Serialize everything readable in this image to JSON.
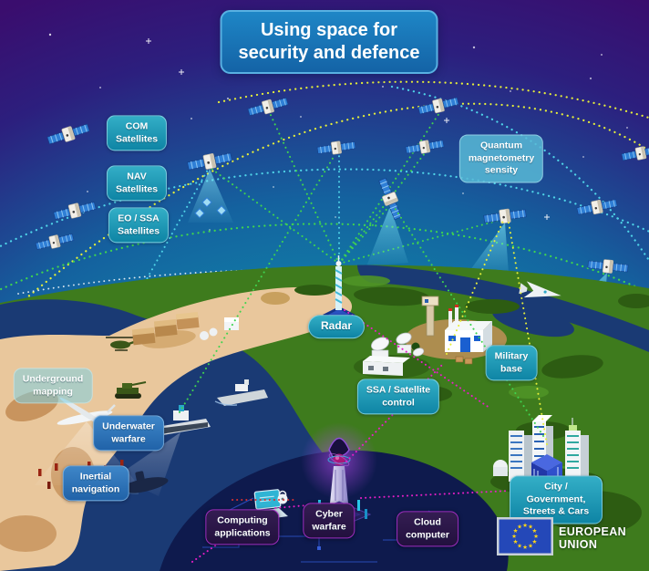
{
  "title": {
    "text": "Using space for\nsecurity and defence"
  },
  "labels": {
    "com": "COM\nSatellites",
    "nav": "NAV\nSatellites",
    "eo_ssa": "EO / SSA\nSatellites",
    "quantum": "Quantum\nmagnetometry\nsensity",
    "radar": "Radar",
    "military_base": "Military\nbase",
    "ssa_control": "SSA / Satellite\ncontrol",
    "underground_mapping": "Underground\nmapping",
    "underwater_warfare": "Underwater\nwarfare",
    "inertial_navigation": "Inertial\nnavigation",
    "city": "City / Government,\nStreets & Cars",
    "computing_applications": "Computing\napplications",
    "cyber_warfare": "Cyber\nwarfare",
    "cloud_computer": "Cloud\ncomputer"
  },
  "footer": {
    "eu_label": "EUROPEAN UNION"
  },
  "colors": {
    "sky_horizon": "#15a8b2",
    "sky_corner": "#3a0d6e",
    "label_teal": "#0e84a4",
    "label_blue": "#2062a8",
    "label_dark_border": "#9d2cbc",
    "title_blue": "#1463a6",
    "earth_green": "#3e7b1d",
    "ocean_blue": "#1a3a74",
    "desert_tan": "#e9c79c",
    "circuit_navy": "#0e1a4d",
    "eu_flag_blue": "#2448b8",
    "eu_star_yellow": "#ffd617",
    "orbit_yellow": "#e6ef3a",
    "orbit_cyan": "#4fd4e8",
    "orbit_green": "#3fd44f",
    "link_magenta": "#e81ec8"
  },
  "icons": [
    "satellite-icon",
    "gnss-cluster-icon",
    "radar-tower-icon",
    "military-base-icon",
    "ground-station-icon",
    "city-buildings-icon",
    "cyber-tower-icon",
    "server-icon",
    "laptop-lock-icon",
    "drone-icon",
    "warship-icon",
    "sonar-ship-icon",
    "submarine-icon",
    "tank-icon",
    "helicopter-icon",
    "fighter-jet-icon",
    "eu-flag-icon",
    "star-icon"
  ]
}
